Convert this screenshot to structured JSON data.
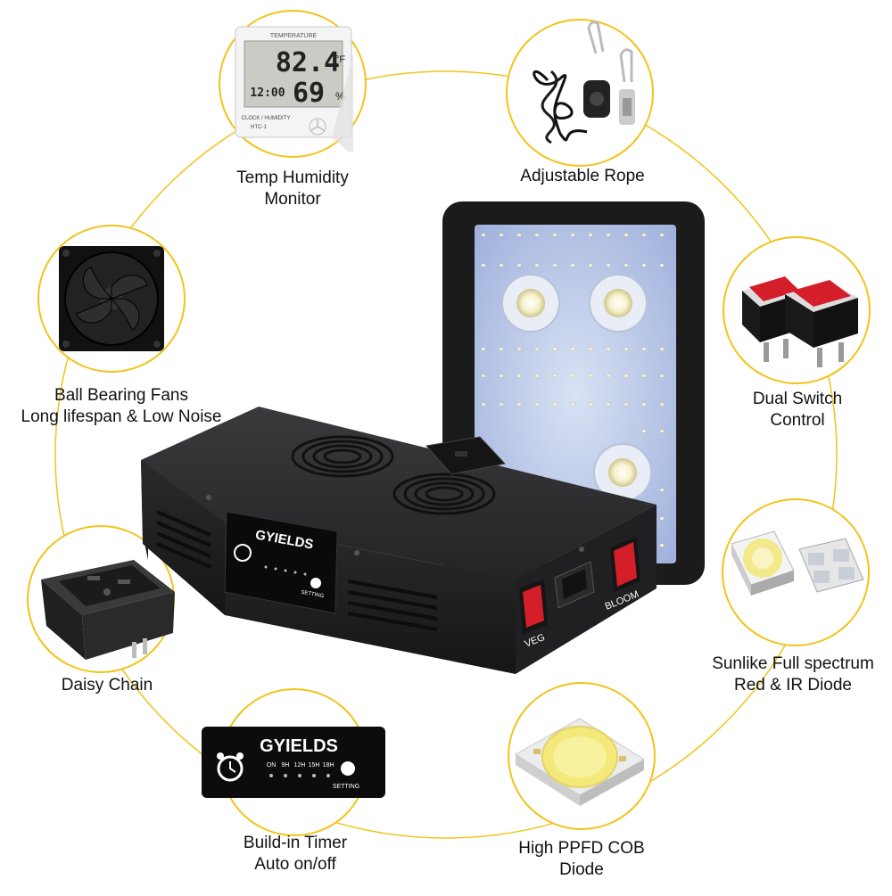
{
  "accent_color": "#f2c31a",
  "features": [
    {
      "id": "temp-humidity",
      "icon": "thermo-hygrometer-icon",
      "lines": [
        "Temp Humidity",
        "Monitor"
      ]
    },
    {
      "id": "rope",
      "icon": "rope-hanger-icon",
      "lines": [
        "Adjustable Rope"
      ]
    },
    {
      "id": "fans",
      "icon": "cooling-fan-icon",
      "lines": [
        "Ball Bearing Fans",
        "Long lifespan & Low Noise"
      ]
    },
    {
      "id": "switch",
      "icon": "red-switch-icon",
      "lines": [
        "Dual Switch",
        "Control"
      ]
    },
    {
      "id": "daisy",
      "icon": "power-socket-icon",
      "lines": [
        "Daisy Chain"
      ]
    },
    {
      "id": "spectrum",
      "icon": "smd-led-icon",
      "lines": [
        "Sunlike Full spectrum",
        "Red & IR Diode"
      ]
    },
    {
      "id": "timer",
      "icon": "timer-panel-icon",
      "lines": [
        "Build-in Timer",
        "Auto on/off"
      ]
    },
    {
      "id": "cob",
      "icon": "cob-led-icon",
      "lines": [
        "High PPFD COB",
        "Diode"
      ]
    }
  ],
  "display_text": {
    "thermo_temp": "82.4",
    "thermo_unit": "°F",
    "thermo_hum": "69",
    "thermo_pct": "%",
    "thermo_header": "TEMPERATURE",
    "thermo_time": "12:00",
    "thermo_footer": "CLOCK / HUMIDITY",
    "thermo_model": "HTC-1",
    "brand": "GYIELDS",
    "timer_hours": [
      "ON",
      "9H",
      "12H",
      "15H",
      "18H"
    ],
    "setting": "SETTING",
    "veg": "VEG",
    "bloom": "BLOOM"
  }
}
